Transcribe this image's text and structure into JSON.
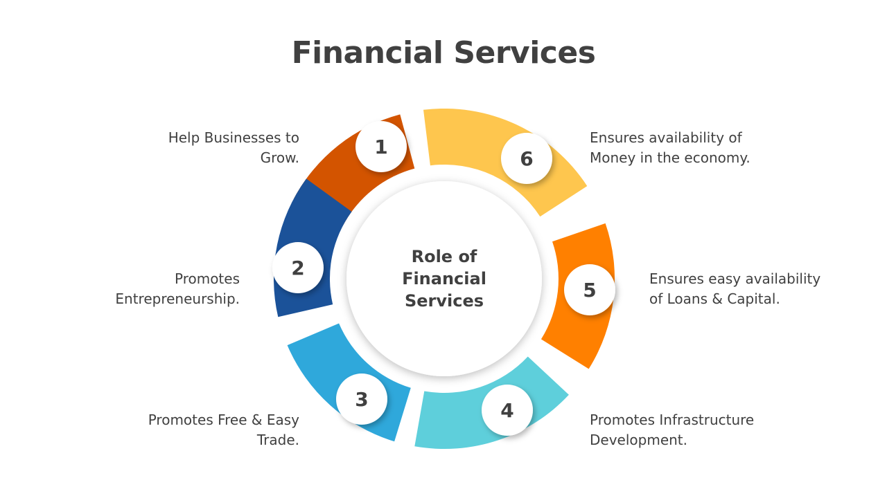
{
  "title": "Financial Services",
  "center": {
    "lines": [
      "Role of",
      "Financial",
      "Services"
    ]
  },
  "steps": [
    {
      "number": "1",
      "color": "#D35400",
      "lines": [
        "Help Businesses to",
        "Grow."
      ]
    },
    {
      "number": "2",
      "color": "#1B5299",
      "lines": [
        "Promotes",
        "Entrepreneurship."
      ]
    },
    {
      "number": "3",
      "color": "#2FA8DB",
      "lines": [
        "Promotes Free & Easy",
        "Trade."
      ]
    },
    {
      "number": "4",
      "color": "#5ECFDB",
      "lines": [
        "Promotes Infrastructure",
        "Development."
      ]
    },
    {
      "number": "5",
      "color": "#FF8000",
      "lines": [
        "Ensures easy availability",
        "of Loans & Capital."
      ]
    },
    {
      "number": "6",
      "color": "#FEC64E",
      "lines": [
        "Ensures availability of",
        "Money in the economy."
      ]
    }
  ]
}
